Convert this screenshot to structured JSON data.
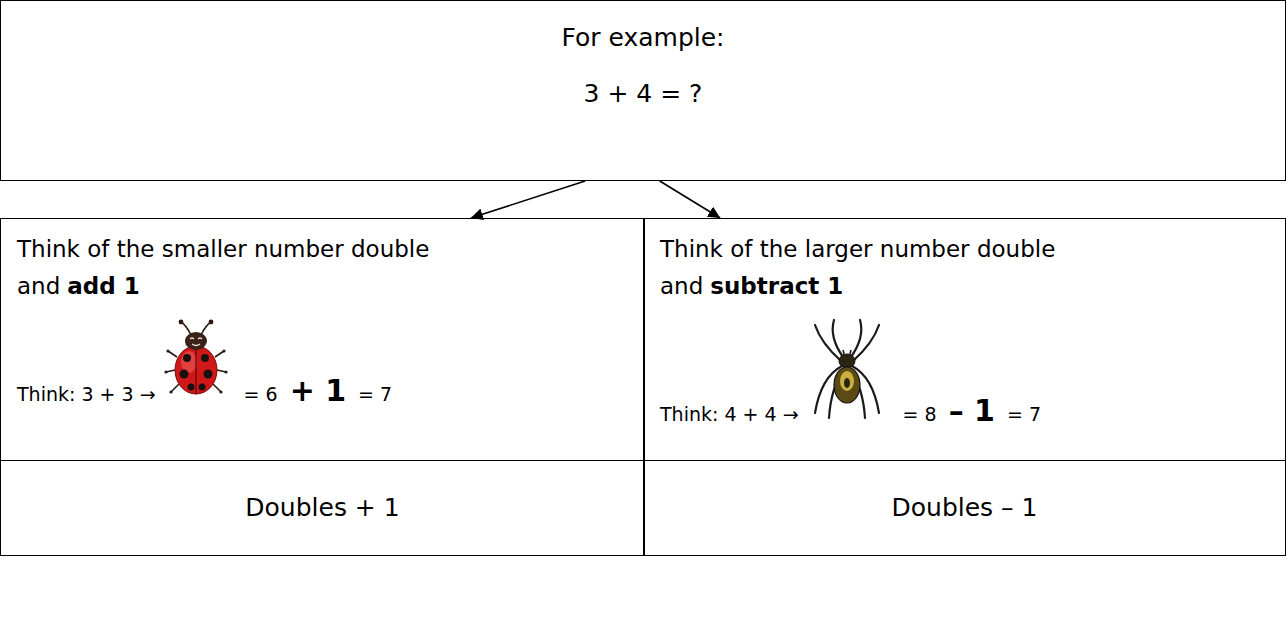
{
  "diagram": {
    "nodes": [
      {
        "text": [
          "For example:",
          "3 + 4 = ?"
        ]
      },
      {
        "text": [
          "Think of the smaller number double",
          "and",
          "add 1",
          "Think: 3 + 3 →",
          "= 6",
          "+ 1",
          "= 7"
        ]
      },
      {
        "text": [
          "Think of the larger number double",
          "and",
          "subtract 1",
          "Think: 4 + 4 →",
          "= 8",
          "– 1",
          "= 7"
        ]
      },
      {
        "text": [
          "Doubles + 1"
        ]
      },
      {
        "text": [
          "Doubles – 1"
        ]
      }
    ],
    "edges": [
      {
        "from": 0,
        "to": 1,
        "arrow": "to"
      },
      {
        "from": 0,
        "to": 2,
        "arrow": "to"
      }
    ]
  }
}
